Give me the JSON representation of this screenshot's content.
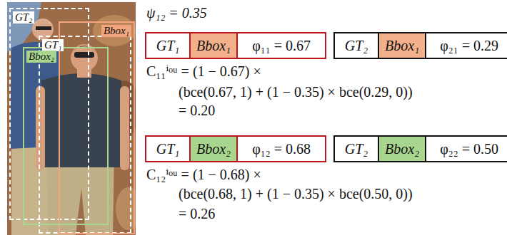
{
  "diagram": {
    "nodes": [
      {
        "text": [
          "GT₂"
        ]
      },
      {
        "text": [
          "GT₁"
        ]
      },
      {
        "text": [
          "Bbox₁"
        ]
      },
      {
        "text": [
          "Bbox₂"
        ]
      },
      {
        "text": []
      },
      {
        "text": [
          "GT₁"
        ],
        "in": 4
      },
      {
        "text": [
          "Bbox₁"
        ],
        "in": 4
      },
      {
        "text": [
          "φ₁₁ = 0.67"
        ],
        "in": 4
      },
      {
        "text": []
      },
      {
        "text": [
          "GT₂"
        ],
        "in": 8
      },
      {
        "text": [
          "Bbox₁"
        ],
        "in": 8
      },
      {
        "text": [
          "φ₂₁ = 0.29"
        ],
        "in": 8
      },
      {
        "text": []
      },
      {
        "text": [
          "GT₁"
        ],
        "in": 12
      },
      {
        "text": [
          "Bbox₂"
        ],
        "in": 12
      },
      {
        "text": [
          "φ₁₂ = 0.68"
        ],
        "in": 12
      },
      {
        "text": []
      },
      {
        "text": [
          "GT₂"
        ],
        "in": 16
      },
      {
        "text": [
          "Bbox₂"
        ],
        "in": 16
      },
      {
        "text": [
          "φ₂₂ = 0.50"
        ],
        "in": 16
      }
    ],
    "labels": [
      "ψ₁₂ = 0.35",
      "C₁₁ⁱᵒᵘ = (1 − 0.67) ×",
      "(bce(0.67, 1) + (1 − 0.35) × bce(0.29, 0))",
      "= 0.20",
      "C₁₂ⁱᵒᵘ = (1 − 0.68) ×",
      "(bce(0.68, 1) + (1 − 0.35) × bce(0.50, 0))",
      "= 0.26"
    ]
  }
}
